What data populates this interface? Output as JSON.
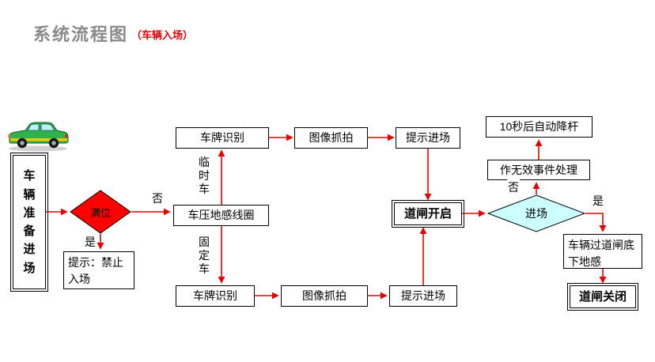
{
  "title": {
    "main": "系统流程图",
    "sub": "（车辆入场）"
  },
  "labels": {
    "yes": "是",
    "no": "否",
    "temp_car": "临时车",
    "fixed_car": "固定车"
  },
  "nodes": {
    "prepare": "车辆准备进场",
    "full": "满位",
    "deny": "提示：禁止入场",
    "coil": "车压地感线圈",
    "plate_top": "车牌识别",
    "capture_top": "图像抓拍",
    "prompt_top": "提示进场",
    "plate_bottom": "车牌识别",
    "capture_bottom": "图像抓拍",
    "prompt_bottom": "提示进场",
    "gate_open": "道闸开启",
    "enter": "进场",
    "invalid_handle": "作无效事件处理",
    "auto_drop": "10秒后自动降杆",
    "pass_sensor": "车辆过道闸底下地感",
    "gate_close": "道闸关闭"
  },
  "colors": {
    "arrow": "#e80000",
    "full_diamond_fill": "#ff0000",
    "enter_diamond_fill": "#ccffff",
    "title_gray": "#8a8a8a",
    "title_red": "#e60000"
  }
}
